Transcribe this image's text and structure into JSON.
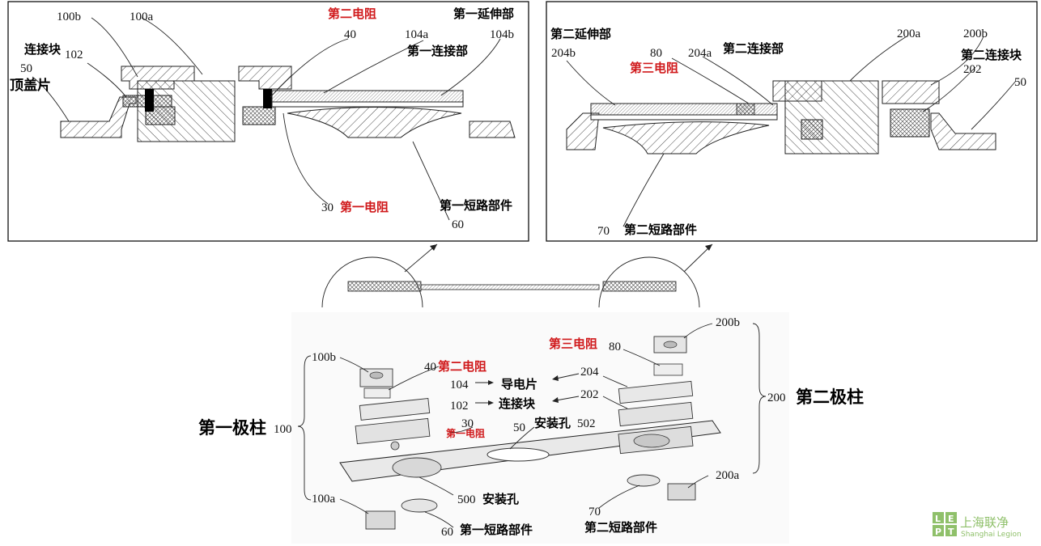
{
  "left_panel": {
    "labels": {
      "l100b": "100b",
      "l100a": "100a",
      "l102": "102",
      "l50": "50",
      "l40": "40",
      "l104a": "104a",
      "l104b": "104b",
      "l30": "30",
      "l60": "60"
    },
    "zh": {
      "connect_block": "连接块",
      "top_cover": "顶盖片",
      "second_resistor": "第二电阻",
      "first_extension": "第一延伸部",
      "first_connection": "第一连接部",
      "first_resistor": "第一电阻",
      "first_short": "第一短路部件"
    }
  },
  "right_panel": {
    "labels": {
      "l204b": "204b",
      "l80": "80",
      "l204a": "204a",
      "l200a": "200a",
      "l200b": "200b",
      "l202": "202",
      "l50": "50",
      "l70": "70"
    },
    "zh": {
      "second_extension": "第二延伸部",
      "third_resistor": "第三电阻",
      "second_connection": "第二连接部",
      "second_connect_block": "第二连接块",
      "second_short": "第二短路部件"
    }
  },
  "exploded": {
    "labels": {
      "l100b": "100b",
      "l40": "40",
      "l104": "104",
      "l102": "102",
      "l30": "30",
      "l50": "50",
      "l100": "100",
      "l100a": "100a",
      "l500": "500",
      "l60": "60",
      "l80": "80",
      "l200b": "200b",
      "l204": "204",
      "l202": "202",
      "l502": "502",
      "l200": "200",
      "l200a": "200a",
      "l70": "70"
    },
    "zh": {
      "second_resistor": "第二电阻",
      "conductive_sheet": "导电片",
      "connect_block": "连接块",
      "first_resistor": "第一电阻",
      "first_pole": "第一极柱",
      "install_hole_top": "安装孔",
      "install_hole": "安装孔",
      "first_short": "第一短路部件",
      "third_resistor": "第三电阻",
      "second_pole": "第二极柱",
      "second_short": "第二短路部件"
    }
  },
  "logo": {
    "letters": [
      "L",
      "E",
      "P",
      "T"
    ],
    "name": "上海联净",
    "english": "Shanghai Legion"
  },
  "colors": {
    "red_label": "#d0191b",
    "logo_green": "#8fc06a",
    "frame": "#111111"
  }
}
